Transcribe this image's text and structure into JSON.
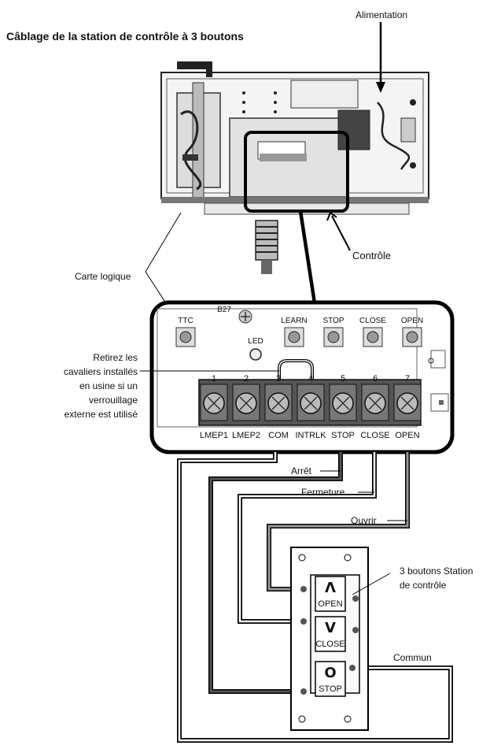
{
  "title": "Câblage de la station de contrôle à 3 boutons",
  "labels": {
    "power": "Alimentation",
    "control": "Contrôle",
    "logic_board": "Carte logique",
    "stop_wire": "Arrêt",
    "close_wire": "Fermeture",
    "open_wire": "Ouvrir",
    "common_wire": "Commun",
    "station_line1": "3 boutons Station",
    "station_line2": "de contrôle"
  },
  "jumper_note": [
    "Retirez les",
    "cavaliers installés",
    "en usine si un",
    "verrouillage",
    "externe est utilisé"
  ],
  "board": {
    "ttc": "TTC",
    "led": "LED",
    "b27": "B27",
    "buttons": [
      "LEARN",
      "STOP",
      "CLOSE",
      "OPEN"
    ],
    "terminal_numbers": [
      "1",
      "2",
      "3",
      "4",
      "5",
      "6",
      "7"
    ],
    "terminal_names": [
      "LMEP1",
      "LMEP2",
      "COM",
      "INTRLK",
      "STOP",
      "CLOSE",
      "OPEN"
    ]
  },
  "station": {
    "buttons": [
      {
        "symbol": "Λ",
        "label": "OPEN"
      },
      {
        "symbol": "V",
        "label": "CLOSE"
      },
      {
        "symbol": "O",
        "label": "STOP"
      }
    ]
  }
}
